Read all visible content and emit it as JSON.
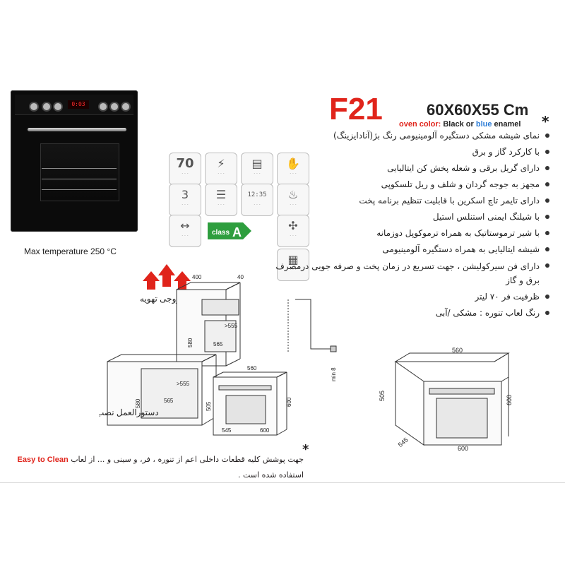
{
  "header": {
    "model": "F21",
    "dimensions": "60X60X55 Cm",
    "oven_color_label": "oven color:",
    "color_black": "Black",
    "color_or": "or",
    "color_blue": "blue",
    "color_enamel": "enamel",
    "asterisk": "*"
  },
  "photo": {
    "display_text": "0:03",
    "max_temperature": "Max temperature 250 °C"
  },
  "icons": {
    "temp_value": "70",
    "energy_class_label": "class",
    "energy_class_letter": "A",
    "timer_value": "12:35",
    "fan_count": "3"
  },
  "features": [
    "نمای شیشه مشکی  دستگیره آلومینیومی رنگ بژ(آنادایزینگ)",
    "با کارکرد گاز و برق",
    "دارای گریل برقی و شعله پخش کن ایتالیایی",
    "مجهز به جوجه گردان و شلف و ریل تلسکوپی",
    "دارای تایمر تاچ اسکرین با قابلیت تنظیم برنامه پخت",
    "با شیلنگ ایمنی استنلس استیل",
    "با شیر ترموستاتیک به همراه ترموکوپل دوزمانه",
    "شیشه ایتالیایی به همراه دستگیره آلومینیومی",
    "دارای فن سیرکولیشن ، جهت تسریع در زمان پخت و صرفه جویی درمصرف برق و گاز",
    "ظرفیت فر ۷۰ لیتر",
    "رنگ لعاب تنوره :  مشکی /آبی"
  ],
  "diagram": {
    "vent_label": "خروجی تهویه",
    "install_label": "دستورالعمل نصب",
    "dims": {
      "d400": "400",
      "d40": "40",
      "d555a": ">555",
      "d580a": "580",
      "d565a": "565",
      "d555b": ">555",
      "d580b": "580",
      "d565b": "565",
      "d560a": "560",
      "d505a": "505",
      "d600a": "600",
      "d545a": "545",
      "d600b": "600",
      "min8": "min 8",
      "d560b": "560",
      "d505b": "505",
      "d600c": "600",
      "d545b": "545",
      "d600d": "600"
    }
  },
  "footnote": {
    "star": "*",
    "line1_text": "جهت پوشش کلیه قطعات داخلی اعم از تنوره ، فر، و سینی و ... از لعاب",
    "easy_to_clean": "Easy to Clean",
    "line2_text": "استفاده شده است ."
  }
}
